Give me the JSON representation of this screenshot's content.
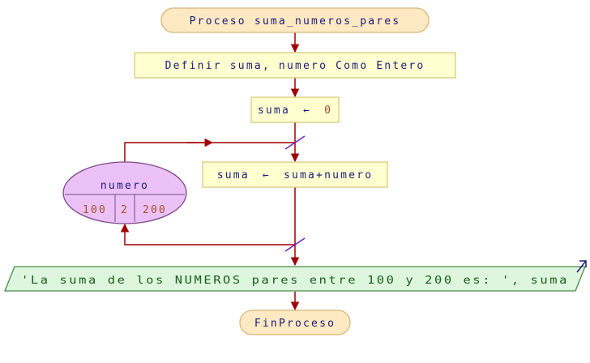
{
  "diagram": {
    "start": "Proceso suma_numeros_pares",
    "define": "Definir suma, numero Como Entero",
    "assign": {
      "var": "suma",
      "arrow": "←",
      "value": "0"
    },
    "loop": {
      "var": "numero",
      "start": "100",
      "step": "2",
      "end": "200"
    },
    "body": {
      "var": "suma",
      "arrow": "←",
      "expr": "suma+numero"
    },
    "output": {
      "text": "'La suma de los NUMEROS pares entre 100 y 200 es: ', suma"
    },
    "end": "FinProceso"
  },
  "colors": {
    "terminal_fill": "#fde9c2",
    "process_fill": "#ffffd0",
    "process_stroke": "#d8c878",
    "loop_fill": "#ebc1f7",
    "loop_stroke": "#7a4a8a",
    "io_fill": "#ddf6dd",
    "io_stroke": "#4a8a4a",
    "arrow": "#a00000",
    "loop_mark": "#6a1fc0"
  }
}
